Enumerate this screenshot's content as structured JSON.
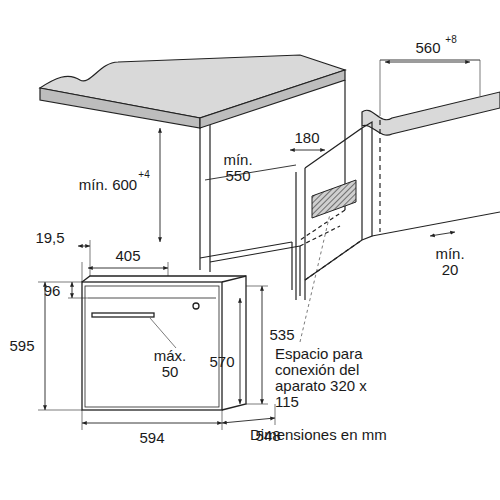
{
  "diagram": {
    "labels": [
      "560",
      "+8",
      "mín. 600",
      "+4",
      "mín. 550",
      "180",
      "mín. 20",
      "19,5",
      "405",
      "96",
      "595",
      "535",
      "máx. 50",
      "570",
      "594",
      "548",
      "Espacio para conexión del aparato 320 x 115",
      "Dimensiones en mm"
    ]
  }
}
